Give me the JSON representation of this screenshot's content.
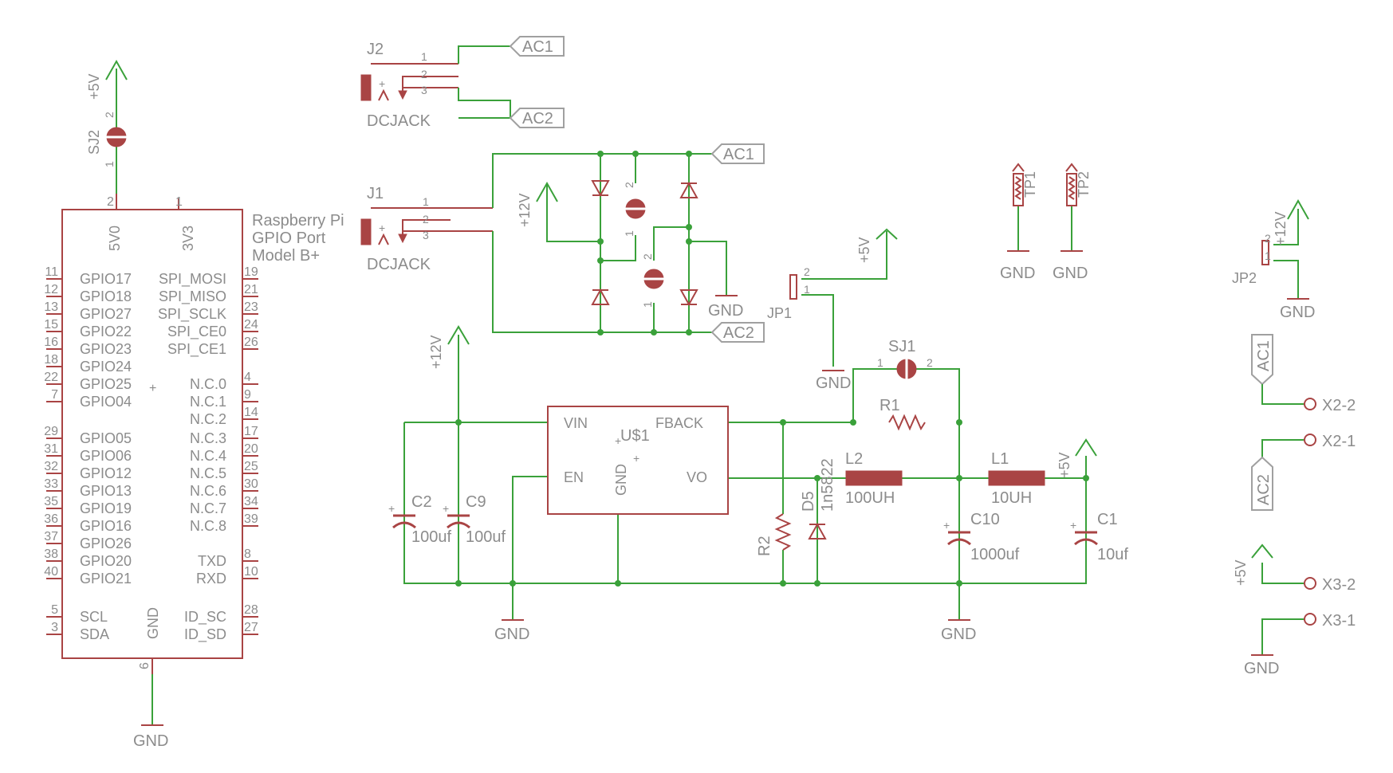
{
  "rpi": {
    "title1": "Raspberry Pi",
    "title2": "GPIO Port",
    "title3": "Model B+",
    "top_pins": [
      {
        "num": "2",
        "name": "5V0"
      },
      {
        "num": "1",
        "name": "3V3"
      }
    ],
    "left_pins": [
      {
        "num": "11",
        "name": "GPIO17"
      },
      {
        "num": "12",
        "name": "GPIO18"
      },
      {
        "num": "13",
        "name": "GPIO27"
      },
      {
        "num": "15",
        "name": "GPIO22"
      },
      {
        "num": "16",
        "name": "GPIO23"
      },
      {
        "num": "18",
        "name": "GPIO24"
      },
      {
        "num": "22",
        "name": "GPIO25"
      },
      {
        "num": "7",
        "name": "GPIO04"
      },
      {
        "num": "29",
        "name": "GPIO05"
      },
      {
        "num": "31",
        "name": "GPIO06"
      },
      {
        "num": "32",
        "name": "GPIO12"
      },
      {
        "num": "33",
        "name": "GPIO13"
      },
      {
        "num": "35",
        "name": "GPIO19"
      },
      {
        "num": "36",
        "name": "GPIO16"
      },
      {
        "num": "37",
        "name": "GPIO26"
      },
      {
        "num": "38",
        "name": "GPIO20"
      },
      {
        "num": "40",
        "name": "GPIO21"
      },
      {
        "num": "5",
        "name": "SCL"
      },
      {
        "num": "3",
        "name": "SDA"
      }
    ],
    "right_pins": [
      {
        "num": "19",
        "name": "SPI_MOSI"
      },
      {
        "num": "21",
        "name": "SPI_MISO"
      },
      {
        "num": "23",
        "name": "SPI_SCLK"
      },
      {
        "num": "24",
        "name": "SPI_CE0"
      },
      {
        "num": "26",
        "name": "SPI_CE1"
      },
      {
        "num": "4",
        "name": "N.C.0"
      },
      {
        "num": "9",
        "name": "N.C.1"
      },
      {
        "num": "14",
        "name": "N.C.2"
      },
      {
        "num": "17",
        "name": "N.C.3"
      },
      {
        "num": "20",
        "name": "N.C.4"
      },
      {
        "num": "25",
        "name": "N.C.5"
      },
      {
        "num": "30",
        "name": "N.C.6"
      },
      {
        "num": "34",
        "name": "N.C.7"
      },
      {
        "num": "39",
        "name": "N.C.8"
      },
      {
        "num": "8",
        "name": "TXD"
      },
      {
        "num": "10",
        "name": "RXD"
      },
      {
        "num": "28",
        "name": "ID_SC"
      },
      {
        "num": "27",
        "name": "ID_SD"
      }
    ],
    "gnd_pin": {
      "num": "6",
      "name": "GND"
    }
  },
  "labels": {
    "gnd": "GND",
    "p5v": "+5V",
    "p12v": "+12V",
    "ac1": "AC1",
    "ac2": "AC2",
    "sj2": "SJ2",
    "sj1": "SJ1",
    "j1": "J1",
    "j2": "J2",
    "dcjack": "DCJACK",
    "jp1": "JP1",
    "jp2": "JP2",
    "tp1": "TP1",
    "tp2": "TP2",
    "u1": "U$1",
    "vin": "VIN",
    "fback": "FBACK",
    "en": "EN",
    "vo": "VO",
    "u_gnd": "GND",
    "c2": "C2",
    "c2v": "100uf",
    "c9": "C9",
    "c9v": "100uf",
    "r1": "R1",
    "r2": "R2",
    "d5": "D5",
    "d5v": "1n5822",
    "l2": "L2",
    "l2v": "100UH",
    "l1": "L1",
    "l1v": "10UH",
    "c10": "C10",
    "c10v": "1000uf",
    "c1": "C1",
    "c1v": "10uf",
    "x22": "X2-2",
    "x21": "X2-1",
    "x32": "X3-2",
    "x31": "X3-1",
    "n1": "1",
    "n2": "2",
    "n3": "3",
    "plus": "+"
  },
  "colors": {
    "wire": "#3aa13a",
    "part": "#a94444",
    "text": "#8c8c8c",
    "frame": "#a0a0a0"
  }
}
